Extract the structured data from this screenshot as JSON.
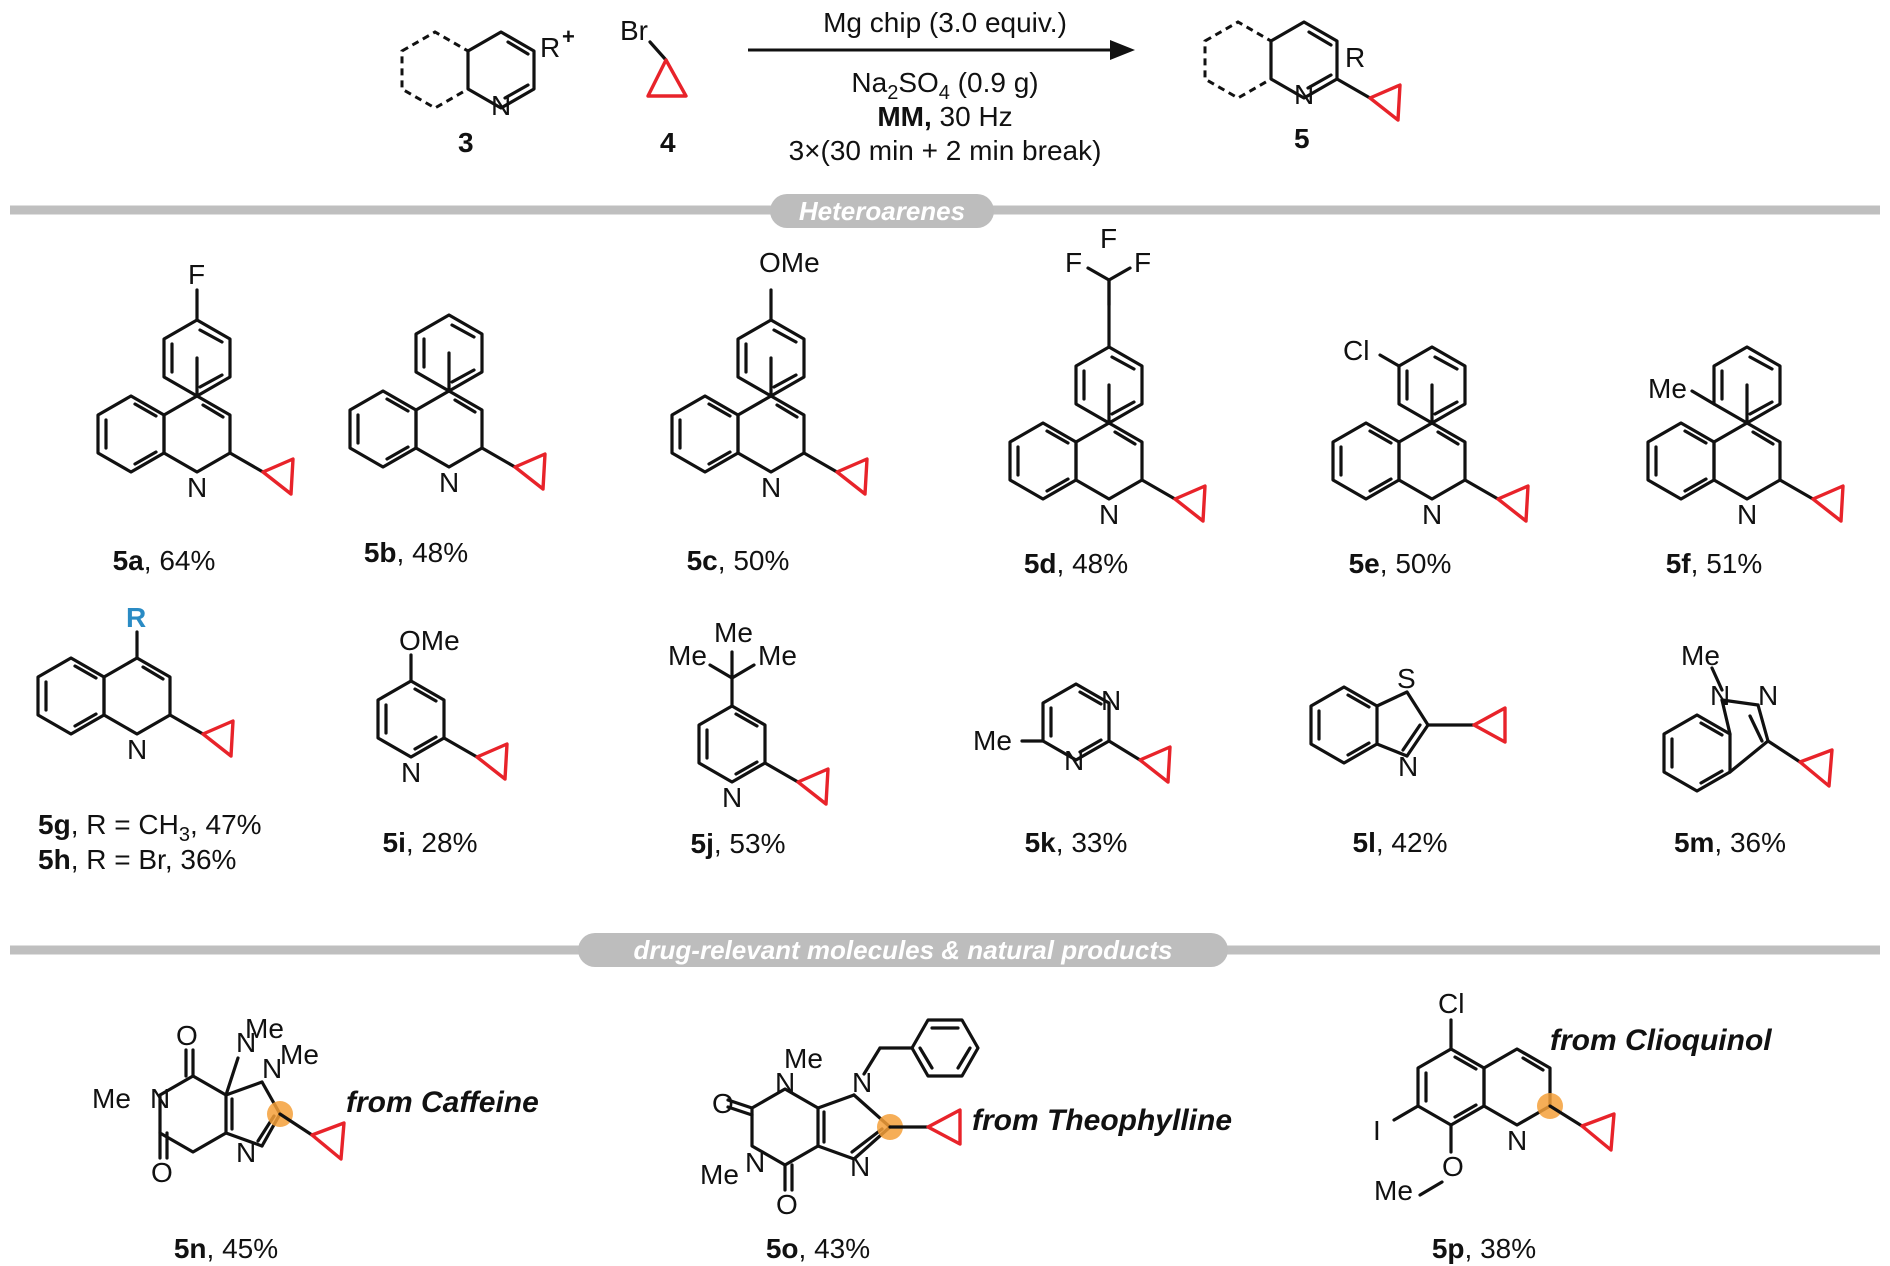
{
  "header": {
    "reactant_substrate": {
      "number": "3",
      "substituent": "R",
      "charge": "+",
      "atom": "N"
    },
    "reagent": {
      "number": "4",
      "atom": "Br"
    },
    "product": {
      "number": "5",
      "substituent": "R",
      "atom": "N"
    },
    "conditions": {
      "line1": "Mg chip (3.0 equiv.)",
      "line2_main": "Na",
      "line2_sub": "2",
      "line2_mid": "SO",
      "line2_sub2": "4",
      "line2_rest": " (0.9 g)",
      "line3_bold": "MM,",
      "line3_rest": " 30 Hz",
      "line4": "3×(30 min + 2 min break)"
    }
  },
  "sections": [
    {
      "title": "Heteroarenes"
    },
    {
      "title": "drug-relevant molecules & natural products"
    }
  ],
  "compounds": [
    {
      "id": "5a",
      "yield": ", 64%",
      "substituent": "F"
    },
    {
      "id": "5b",
      "yield": ", 48%"
    },
    {
      "id": "5c",
      "yield": ", 50%",
      "substituent": "OMe"
    },
    {
      "id": "5d",
      "yield": ", 48%",
      "substituent_atoms": [
        "F",
        "F",
        "F"
      ]
    },
    {
      "id": "5e",
      "yield": ", 50%",
      "substituent": "Cl"
    },
    {
      "id": "5f",
      "yield": ", 51%",
      "substituent": "Me"
    },
    {
      "id": "5g",
      "yield": ", R = CH",
      "yield_sub": "3",
      "yield_rest": ", 47%",
      "r_label": "R"
    },
    {
      "id": "5h",
      "yield": ", R = Br, 36%"
    },
    {
      "id": "5i",
      "yield": ", 28%",
      "substituent": "OMe"
    },
    {
      "id": "5j",
      "yield": ", 53%",
      "substituent_atoms": [
        "Me",
        "Me",
        "Me"
      ]
    },
    {
      "id": "5k",
      "yield": ", 33%",
      "substituent": "Me"
    },
    {
      "id": "5l",
      "yield": ", 42%",
      "atoms": [
        "S",
        "N"
      ]
    },
    {
      "id": "5m",
      "yield": ", 36%",
      "substituent": "Me",
      "atoms": [
        "N",
        "N"
      ]
    },
    {
      "id": "5n",
      "yield": ", 45%",
      "source": "from Caffeine"
    },
    {
      "id": "5o",
      "yield": ", 43%",
      "source": "from Theophylline"
    },
    {
      "id": "5p",
      "yield": ", 38%",
      "source": "from Clioquinol",
      "substituents": [
        "Cl",
        "I",
        "Me",
        "O"
      ]
    }
  ],
  "atoms": {
    "N": "N",
    "O": "O",
    "S": "S",
    "Me": "Me"
  },
  "colors": {
    "cyclopropyl": "#e8232a",
    "highlight": "#f4a03a",
    "r_group": "#2a8bc4",
    "rule": "#bfbfbf",
    "pill": "#bdbdbd"
  }
}
